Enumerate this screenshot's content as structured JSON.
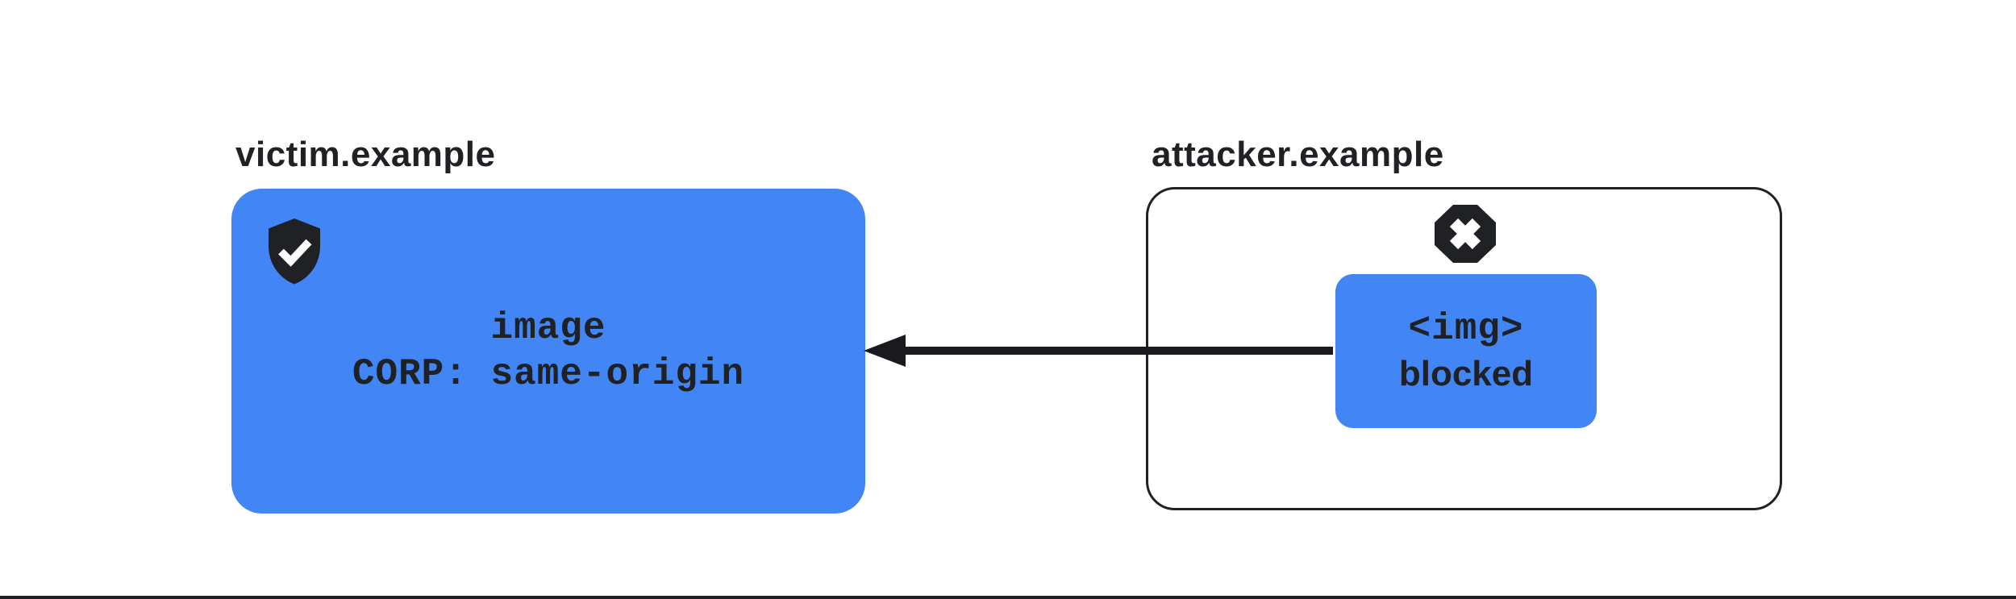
{
  "diagram": {
    "title_semantic": "CORP same-origin blocks cross-origin image embedding",
    "victim": {
      "label": "victim.example",
      "icon": "shield-check-icon",
      "resource_lines": [
        "image",
        "CORP: same-origin"
      ]
    },
    "attacker": {
      "label": "attacker.example",
      "icon": "blocked-octagon-icon",
      "request_lines": [
        "<img>",
        "blocked"
      ]
    },
    "arrow": {
      "direction": "right-to-left",
      "from": "attacker.example request",
      "to": "victim.example resource"
    }
  },
  "colors": {
    "accent": "#4285f4",
    "ink": "#202124",
    "bg": "#ffffff"
  }
}
